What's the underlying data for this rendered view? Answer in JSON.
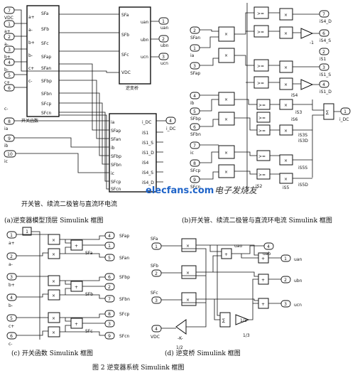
{
  "figure": {
    "caption": "图 2  逆变器系统 Simulink 框图",
    "sub_a_caption": "(a)逆变器模型顶层 Simulink 框图",
    "sub_b_caption": "(b)开关管、续流二极管与直流环电流 Simulink 框图",
    "sub_c_caption": "(c)  开关函数 Simulink 框图",
    "sub_d_caption": "(d)  逆变桥 Simulink 框图",
    "section_title": "开关管、续流二极管与直流环电流"
  },
  "watermark": {
    "site": "elecfans.com",
    "cn": "电子发烧友"
  },
  "panel_a": {
    "inputs": [
      {
        "num": "7",
        "label": "VDC"
      },
      {
        "num": "1",
        "label": "a+"
      },
      {
        "num": "2",
        "label": "a-"
      },
      {
        "num": "3",
        "label": "b+"
      },
      {
        "num": "4",
        "label": "b-"
      },
      {
        "num": "5",
        "label": "c+"
      },
      {
        "num": "6",
        "label": "c-"
      },
      {
        "num": "8",
        "label": "ia"
      },
      {
        "num": "9",
        "label": "ib"
      },
      {
        "num": "10",
        "label": "ic"
      }
    ],
    "switch_block": {
      "name": "开关函数",
      "ports": [
        "SFa",
        "SFb",
        "SFc",
        "SFap",
        "SFan",
        "SFbp",
        "SFbn",
        "SFcp",
        "SFcn"
      ]
    },
    "bridge_block": {
      "name": "逆变桥",
      "in_ports": [
        "SFa",
        "SFb",
        "SFc",
        "VDC"
      ],
      "out_ports": [
        "uan",
        "ubn",
        "ucn"
      ]
    },
    "bridge_outputs": [
      {
        "num": "1",
        "label": "uan"
      },
      {
        "num": "2",
        "label": "ubn"
      },
      {
        "num": "3",
        "label": "ucn"
      }
    ],
    "current_block": {
      "in_ports": [
        "ia",
        "SFap",
        "SFan",
        "ib",
        "SFbp",
        "SFbn",
        "ic",
        "SFcp",
        "SFcn"
      ],
      "out_ports": [
        "i_DC",
        "iS1",
        "iS1_S",
        "iS1_D",
        "iS4",
        "iS4_S",
        "iS4_D"
      ]
    },
    "current_outputs": [
      {
        "num": "4",
        "label": "i_DC"
      }
    ]
  },
  "panel_b": {
    "inputs": [
      {
        "num": "2",
        "label": "SFan"
      },
      {
        "num": "1",
        "label": "ia"
      },
      {
        "num": "3",
        "label": "SFap"
      },
      {
        "num": "4",
        "label": "ib"
      },
      {
        "num": "5",
        "label": "SFbp"
      },
      {
        "num": "6",
        "label": "SFbn"
      },
      {
        "num": "7",
        "label": "ic"
      },
      {
        "num": "8",
        "label": "SFcp"
      },
      {
        "num": "9",
        "label": "SFcn"
      }
    ],
    "outputs": [
      {
        "num": "7",
        "label": "iS4_D"
      },
      {
        "num": "6",
        "label": "iS4_S"
      },
      {
        "num": "2",
        "label": "iS1"
      },
      {
        "num": "3",
        "label": "iS1_S"
      },
      {
        "num": "4",
        "label": "iS1_D"
      },
      {
        "num": "1",
        "label": "i_DC"
      }
    ],
    "internal_labels": [
      "iS4",
      "iS6",
      "iS3",
      "iS3S",
      "iS3D",
      "iS5S",
      "iS5D",
      "iS2",
      "iS5"
    ],
    "gain_label": "-1",
    "compare_label": ">="
  },
  "panel_c": {
    "inputs": [
      {
        "num": "1",
        "label": "a+"
      },
      {
        "num": "2",
        "label": "a-"
      },
      {
        "num": "3",
        "label": "b+"
      },
      {
        "num": "4",
        "label": "b-"
      },
      {
        "num": "5",
        "label": "c+"
      },
      {
        "num": "6",
        "label": "c-"
      }
    ],
    "const_value": "1",
    "outputs": [
      {
        "num": "4",
        "label": "SFap"
      },
      {
        "num": "1",
        "label": "SFa"
      },
      {
        "num": "5",
        "label": "SFan"
      },
      {
        "num": "6",
        "label": "SFbp"
      },
      {
        "num": "2",
        "label": "SFb"
      },
      {
        "num": "7",
        "label": "SFbn"
      },
      {
        "num": "8",
        "label": "SFcp"
      },
      {
        "num": "3",
        "label": "SFc"
      },
      {
        "num": "9",
        "label": "SFcn"
      }
    ]
  },
  "panel_d": {
    "inputs": [
      {
        "num": "1",
        "label": "SFa"
      },
      {
        "num": "2",
        "label": "SFb"
      },
      {
        "num": "3",
        "label": "SFc"
      },
      {
        "num": "4",
        "label": "VDC"
      }
    ],
    "outputs": [
      {
        "num": "4",
        "label": "uab"
      },
      {
        "num": "1",
        "label": "uan"
      },
      {
        "num": "2",
        "label": "ubn"
      },
      {
        "num": "3",
        "label": "ucn"
      }
    ],
    "internal_label": "uao",
    "gain_half": "1/2",
    "gain_third": "1/3",
    "gain_K": "-K-"
  }
}
